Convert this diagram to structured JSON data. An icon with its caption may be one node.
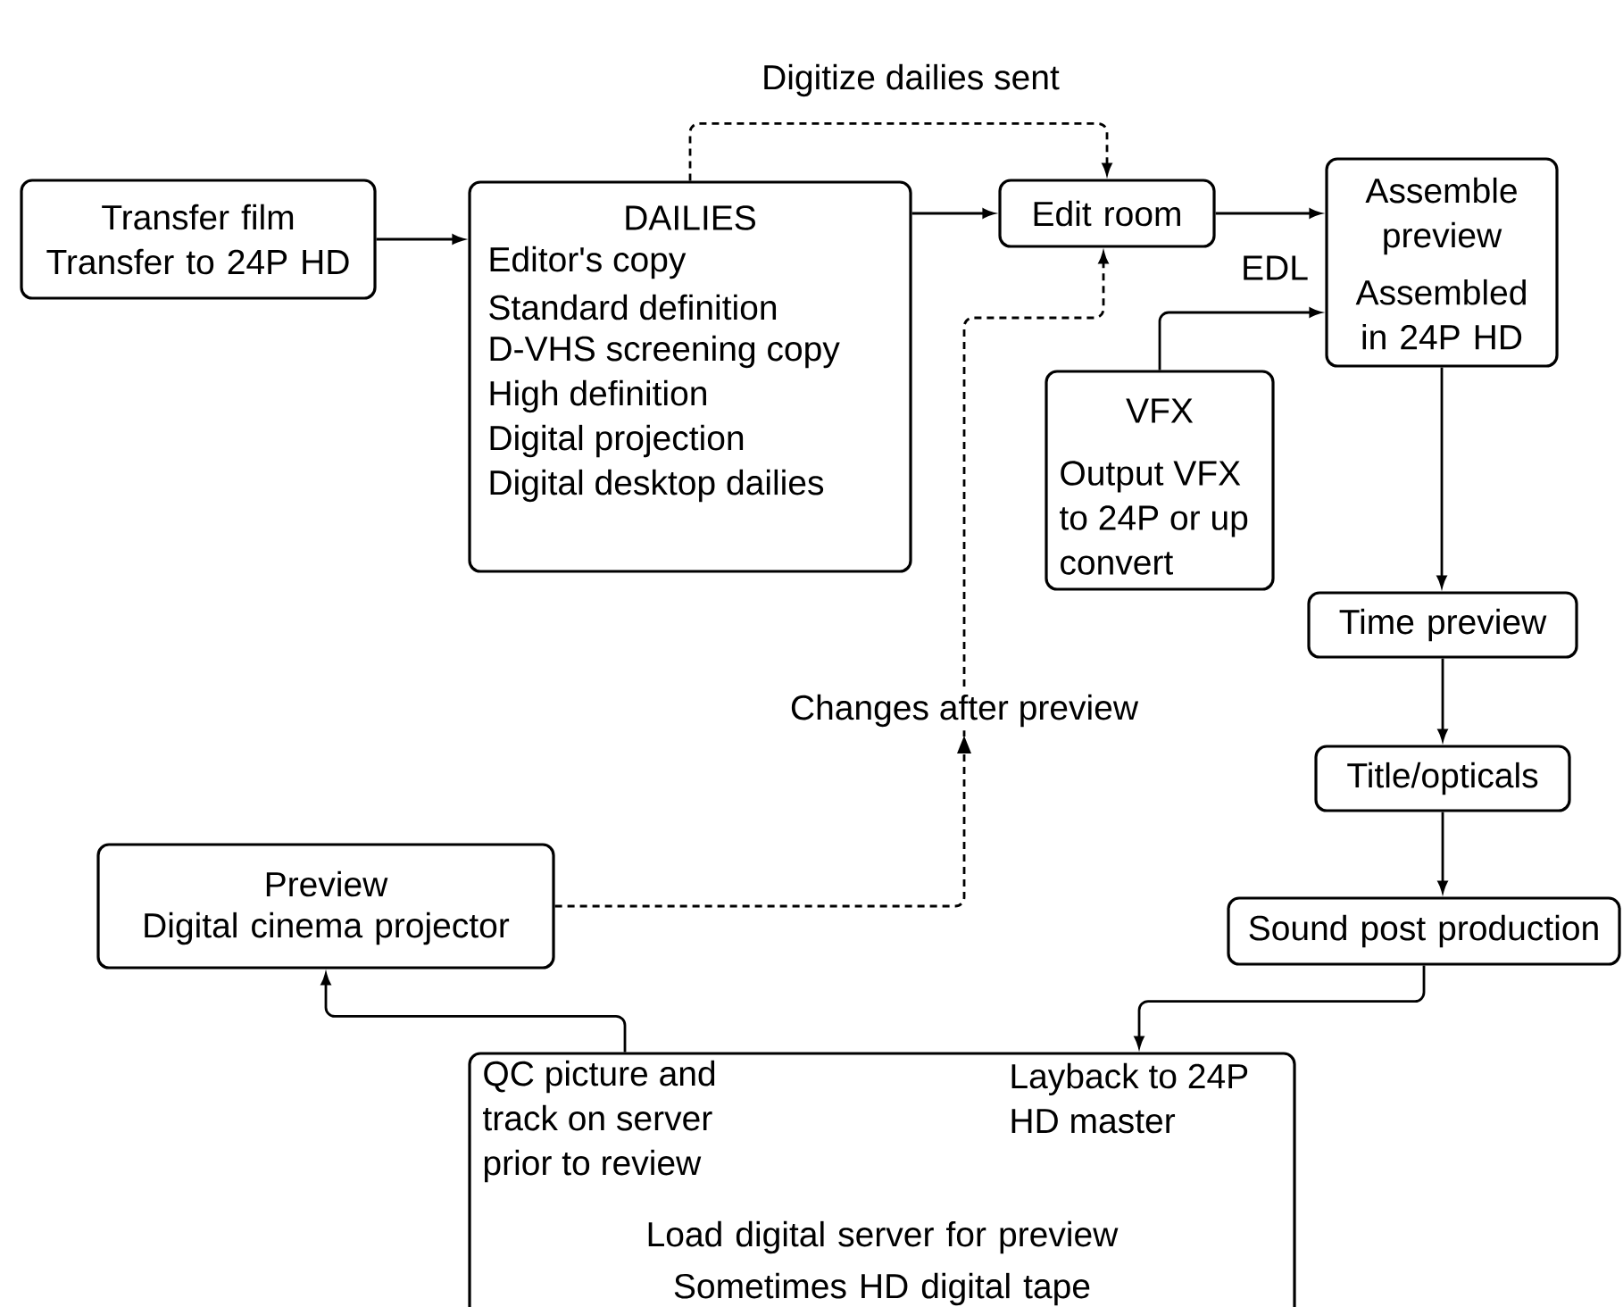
{
  "diagram": {
    "nodes": [
      {
        "text": [
          "Transfer film",
          "Transfer to 24P HD"
        ]
      },
      {
        "text": [
          "DAILIES",
          "Editor's copy",
          "Standard definition",
          "D-VHS screening copy",
          "High definition",
          "Digital projection",
          "Digital desktop dailies"
        ]
      },
      {
        "text": [
          "Edit room"
        ]
      },
      {
        "text": [
          "Assemble preview",
          "Assembled in 24P HD"
        ]
      },
      {
        "text": [
          "VFX",
          "Output VFX to 24P or up convert"
        ]
      },
      {
        "text": [
          "Time preview"
        ]
      },
      {
        "text": [
          "Title/opticals"
        ]
      },
      {
        "text": [
          "Sound post production"
        ]
      },
      {
        "text": [
          "QC picture and track on server prior to review",
          "Layback to 24P HD master",
          "Load digital server for preview",
          "Sometimes HD digital tape"
        ]
      },
      {
        "text": [
          "Preview",
          "Digital cinema projector"
        ]
      }
    ],
    "edges": [
      {
        "from": 0,
        "to": 1,
        "arrow": "to"
      },
      {
        "from": 1,
        "to": 2,
        "arrow": "to"
      },
      {
        "from": 1,
        "to": 2,
        "arrow": "to",
        "style": "dashed",
        "label": "Digitize dailies sent"
      },
      {
        "from": 2,
        "to": 3,
        "arrow": "to",
        "label": "EDL"
      },
      {
        "from": 4,
        "to": 3,
        "arrow": "to"
      },
      {
        "from": 3,
        "to": 5,
        "arrow": "to"
      },
      {
        "from": 5,
        "to": 6,
        "arrow": "to"
      },
      {
        "from": 6,
        "to": 7,
        "arrow": "to"
      },
      {
        "from": 7,
        "to": 8,
        "arrow": "to"
      },
      {
        "from": 8,
        "to": 9,
        "arrow": "to"
      },
      {
        "from": 9,
        "to": 2,
        "arrow": "to",
        "style": "dashed",
        "label": "Changes after preview"
      }
    ]
  }
}
